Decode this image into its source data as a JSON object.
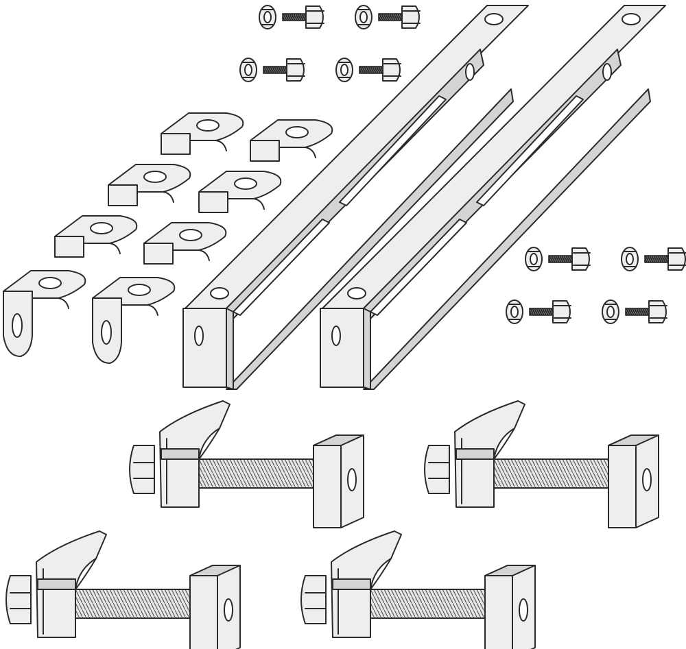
{
  "drawing": {
    "colors": {
      "stroke": "#2a2a2a",
      "fill": "#eeeeee",
      "shade": "#d4d4d4",
      "dark": "#1e1e1e",
      "background": "#ffffff"
    },
    "parts": [
      {
        "kind": "mounting-rail",
        "count": 2
      },
      {
        "kind": "angle-bracket",
        "count": 8
      },
      {
        "kind": "hex-bolt-with-nut",
        "count": 8
      },
      {
        "kind": "clamp-bolt-assembly",
        "count": 4
      }
    ]
  }
}
